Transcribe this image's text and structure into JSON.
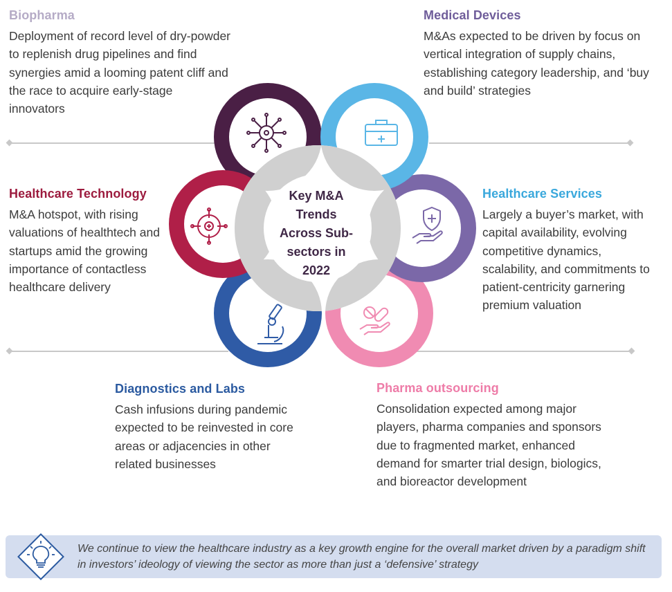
{
  "center": {
    "title": "Key M&A Trends Across Sub-sectors in 2022"
  },
  "sectors": {
    "biopharma": {
      "title": "Biopharma",
      "text": "Deployment of record level of dry-powder to replenish drug pipelines and find synergies amid a looming patent cliff and the race to acquire early-stage innovators",
      "color": "#4a1f45"
    },
    "medical_devices": {
      "title": "Medical Devices",
      "text": "M&As expected to be driven by focus on vertical integration of supply chains, establishing category leadership, and ‘buy and build’ strategies",
      "color": "#5ab6e6"
    },
    "healthcare_technology": {
      "title": "Healthcare Technology",
      "text": "M&A hotspot, with rising valuations of healthtech and startups amid the growing importance of contactless healthcare delivery",
      "color": "#b01f48"
    },
    "healthcare_services": {
      "title": "Healthcare Services",
      "text": "Largely a buyer’s market, with capital availability, evolving competitive dynamics, scalability, and commitments to patient-centricity garnering premium valuation",
      "color": "#7b68a8"
    },
    "diagnostics": {
      "title": "Diagnostics and Labs",
      "text": "Cash infusions during pandemic expected to be reinvested in core areas or adjacencies in other related businesses",
      "color": "#2f5ba6"
    },
    "pharma_outsourcing": {
      "title": "Pharma outsourcing",
      "text": "Consolidation expected among major players, pharma companies and sponsors due to fragmented market, enhanced demand for smarter trial design, biologics, and bioreactor development",
      "color": "#f08bb2"
    }
  },
  "callout": {
    "text": "We continue to view the healthcare industry as a key growth engine for the overall market driven by a paradigm shift in investors’ ideology of viewing the sector as more than just a ‘defensive’ strategy"
  },
  "icons": [
    "virus-icon",
    "medical-kit-icon",
    "target-crosshair-icon",
    "shield-hand-icon",
    "microscope-icon",
    "pills-hand-icon",
    "lightbulb-icon"
  ]
}
